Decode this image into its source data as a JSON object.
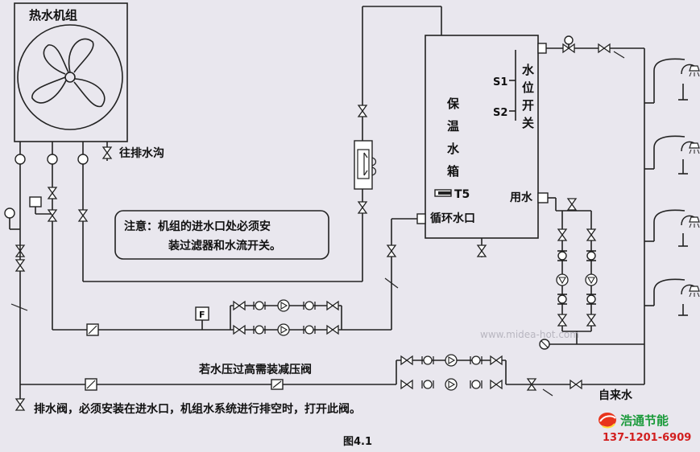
{
  "unit_label": "热水机组",
  "to_drain_label": "往排水沟",
  "tank_label": [
    "保",
    "温",
    "水",
    "箱"
  ],
  "level_switch_label": [
    "水",
    "位",
    "开",
    "关"
  ],
  "s1_label": "S1",
  "s2_label": "S2",
  "t5_label": "T5",
  "usage_label": "用水",
  "circ_inlet_label": "循环水口",
  "note_line1": "注意：机组的进水口处必须安",
  "note_line2": "装过滤器和水流开关。",
  "pressure_note": "若水压过高需装减压阀",
  "tap_water_label": "自来水",
  "drain_valve_note": "排水阀，必须安装在进水口，机组水系统进行排空时，打开此阀。",
  "figure_caption": "图4.1",
  "watermark": "www.midea-hot.com",
  "brand_name": "浩通节能",
  "brand_phone": "137-1201-6909",
  "colors": {
    "brand_green": "#1a9a3a",
    "brand_red": "#e8341c",
    "phone_red": "#d21f1f"
  },
  "icons": [
    "fan-icon",
    "shower-icon",
    "valve-icon",
    "pump-icon",
    "check-valve-icon",
    "pressure-gauge-icon",
    "flow-switch-icon",
    "brand-logo-icon"
  ]
}
